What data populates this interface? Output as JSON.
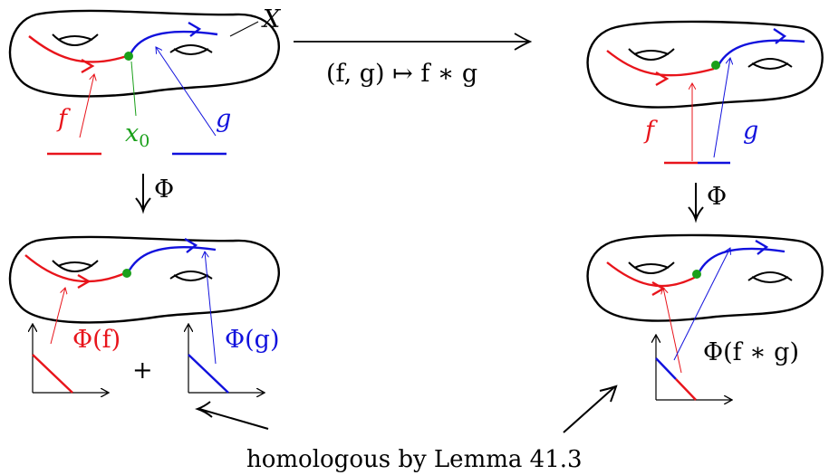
{
  "labels": {
    "space": "X",
    "map_top": "(f, g) ↦ f ∗ g",
    "phi_left": "Φ",
    "phi_right": "Φ",
    "path_f_left": "f",
    "path_g_left": "g",
    "basepoint": "x",
    "basepoint_sub": "0",
    "path_f_right": "f",
    "path_g_right": "g",
    "phi_f": "Φ(f)",
    "phi_g": "Φ(g)",
    "plus": "+",
    "phi_fg": "Φ(f ∗ g)",
    "caption": "homologous by Lemma 41.3"
  },
  "colors": {
    "f": "#e8141b",
    "g": "#1111dd",
    "basepoint": "#1aa01a",
    "ink": "#000000"
  }
}
